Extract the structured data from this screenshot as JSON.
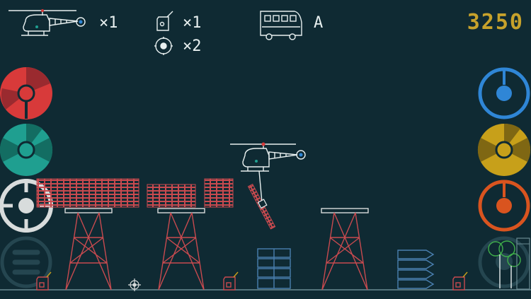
{
  "hud": {
    "helicopter_lives": "×1",
    "fuel_can_count": "×1",
    "target_count": "×2",
    "vehicle_grade": "A",
    "score": "3250"
  },
  "colors": {
    "background": "#0f2a33",
    "hud_white": "#e8f0f0",
    "score_gold": "#c7a22b",
    "red": "#d83a3a",
    "teal": "#1f9f90",
    "gray_white": "#d8dcdc",
    "dark_gray": "#254650",
    "blue": "#2f86d6",
    "gold": "#c7a01a",
    "orange": "#d9541f",
    "girder_red": "#c84a4f",
    "blue_stack": "#4a7fb0"
  },
  "controls": {
    "left": [
      {
        "name": "red-rotor-dial",
        "icon": "rotor-dial-icon"
      },
      {
        "name": "teal-rotor-dial",
        "icon": "rotor-dial-icon"
      },
      {
        "name": "crosshair-button",
        "icon": "crosshair-icon"
      },
      {
        "name": "menu-button",
        "icon": "hamburger-menu-icon"
      }
    ],
    "right": [
      {
        "name": "blue-gauge-dial",
        "icon": "gauge-dial-icon"
      },
      {
        "name": "gold-rotor-dial",
        "icon": "rotor-dial-icon"
      },
      {
        "name": "orange-gauge-dial",
        "icon": "gauge-dial-icon"
      },
      {
        "name": "tree-button",
        "icon": "tree-icon"
      }
    ]
  }
}
